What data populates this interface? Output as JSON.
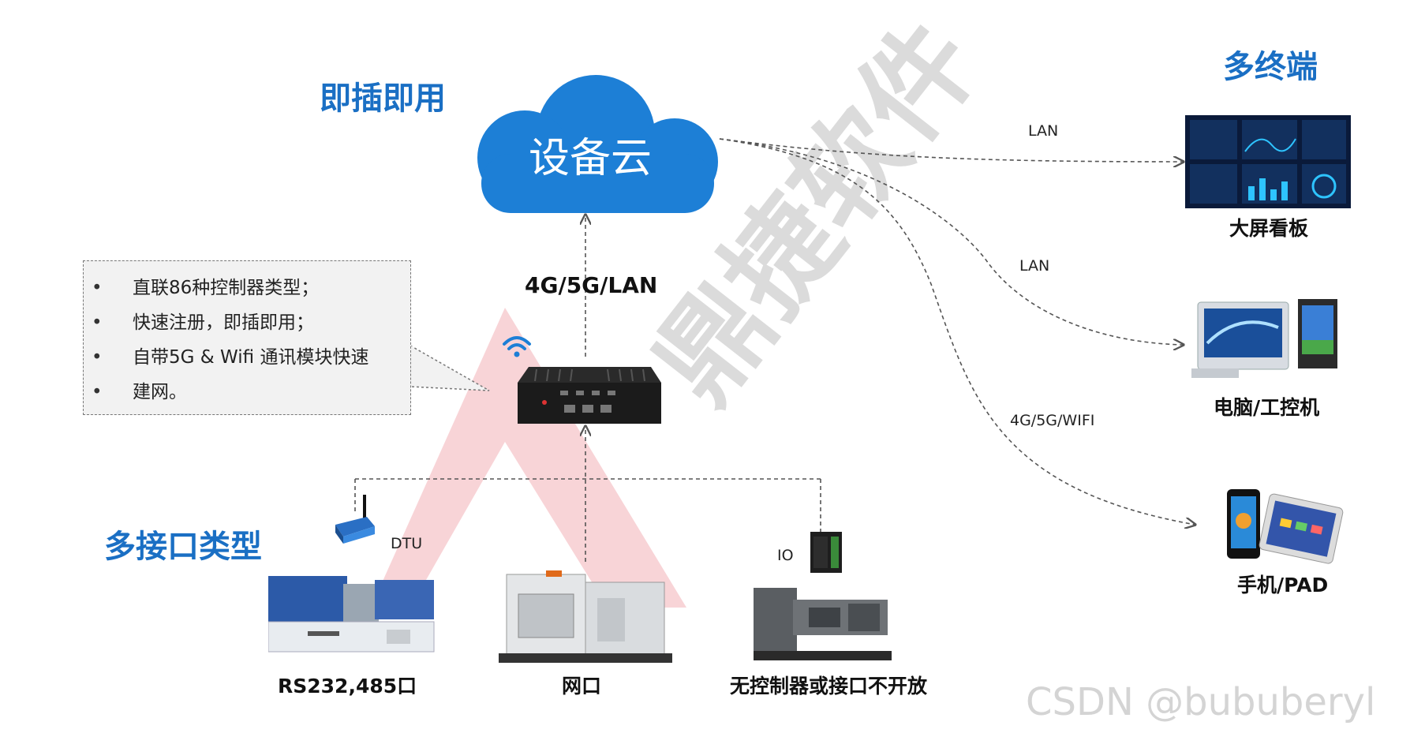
{
  "headings": {
    "plug_and_play": "即插即用",
    "multi_terminal": "多终端",
    "multi_interface": "多接口类型"
  },
  "cloud": {
    "label": "设备云"
  },
  "gateway": {
    "uplink_label": "4G/5G/LAN"
  },
  "callout": {
    "items": [
      "直联86种控制器类型；",
      "快速注册，即插即用；",
      "自带5G & Wifi 通讯模块快速",
      "建网。"
    ]
  },
  "links": [
    {
      "label": "LAN"
    },
    {
      "label": "LAN"
    },
    {
      "label": "4G/5G/WIFI"
    }
  ],
  "terminals": [
    {
      "name": "大屏看板"
    },
    {
      "name": "电脑/工控机"
    },
    {
      "name": "手机/PAD"
    }
  ],
  "devices": [
    {
      "name": "RS232,485口",
      "adapter": "DTU"
    },
    {
      "name": "网口",
      "adapter": ""
    },
    {
      "name": "无控制器或接口不开放",
      "adapter": "IO"
    }
  ],
  "watermark": {
    "text": "鼎捷软件",
    "csdn": "CSDN @bububeryl"
  },
  "colors": {
    "accent_blue": "#1a6fc4",
    "cloud_blue": "#1d7fd6",
    "watermark_red": "#e8404a"
  }
}
